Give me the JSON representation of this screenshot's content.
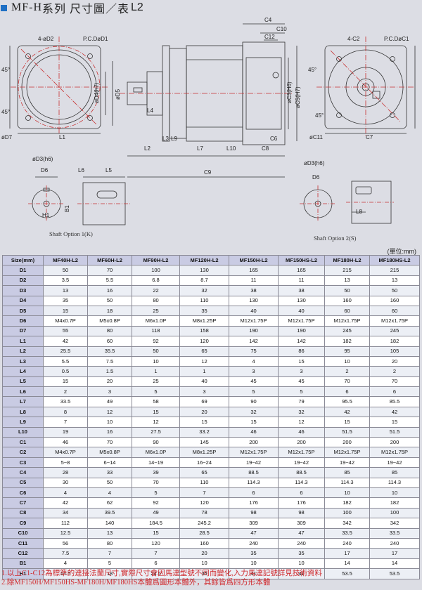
{
  "title": {
    "series": "MF-H",
    "rest": "系列 尺寸圖／表",
    "model": "L2"
  },
  "drawing_labels": {
    "front_left": {
      "d2": "4-øD2",
      "d1": "P.C.DøD1",
      "angle1": "45°",
      "angle2": "45°",
      "d7": "øD7",
      "l1": "L1"
    },
    "side": {
      "d4": "øD4(h7)",
      "d5": "øD5",
      "l4": "L4",
      "l3": "L3",
      "l9": "L9",
      "l2": "L2",
      "l7": "L7",
      "l10": "L10",
      "c8": "C8",
      "c9": "C9",
      "c6": "C6",
      "c4": "C4",
      "c10": "C10",
      "c12": "C12",
      "c3": "øC3(H6)",
      "c5": "øC5(H7)"
    },
    "front_right": {
      "c2": "4-C2",
      "c1": "P.C.DøC1",
      "angle1": "45°",
      "angle2": "45°",
      "c11": "øC11",
      "c7": "C7"
    },
    "shaft1": {
      "d3": "øD3(h6)",
      "d6": "D6",
      "l6": "L6",
      "l5": "L5",
      "h1": "H1",
      "b1": "B1",
      "caption": "Shaft Option 1(K)"
    },
    "shaft2": {
      "d3": "øD3(h6)",
      "d6": "D6",
      "l8": "L8",
      "caption": "Shaft Option 2(S)"
    }
  },
  "unit_label": "(單位:mm)",
  "table": {
    "headers": [
      "Size(mm)",
      "MF40H-L2",
      "MF60H-L2",
      "MF90H-L2",
      "MF120H-L2",
      "MF150H-L2",
      "MF150HS-L2",
      "MF180H-L2",
      "MF180HS-L2"
    ],
    "rows": [
      [
        "D1",
        "50",
        "70",
        "100",
        "130",
        "165",
        "165",
        "215",
        "215"
      ],
      [
        "D2",
        "3.5",
        "5.5",
        "6.8",
        "8.7",
        "11",
        "11",
        "13",
        "13"
      ],
      [
        "D3",
        "13",
        "16",
        "22",
        "32",
        "38",
        "38",
        "50",
        "50"
      ],
      [
        "D4",
        "35",
        "50",
        "80",
        "110",
        "130",
        "130",
        "160",
        "160"
      ],
      [
        "D5",
        "15",
        "18",
        "25",
        "35",
        "40",
        "40",
        "60",
        "60"
      ],
      [
        "D6",
        "M4x0.7P",
        "M5x0.8P",
        "M6x1.0P",
        "M8x1.25P",
        "M12x1.75P",
        "M12x1.75P",
        "M12x1.75P",
        "M12x1.75P"
      ],
      [
        "D7",
        "55",
        "80",
        "118",
        "158",
        "190",
        "190",
        "245",
        "245"
      ],
      [
        "L1",
        "42",
        "60",
        "92",
        "120",
        "142",
        "142",
        "182",
        "182"
      ],
      [
        "L2",
        "25.5",
        "35.5",
        "50",
        "65",
        "75",
        "86",
        "95",
        "105"
      ],
      [
        "L3",
        "5.5",
        "7.5",
        "10",
        "12",
        "4",
        "15",
        "10",
        "20"
      ],
      [
        "L4",
        "0.5",
        "1.5",
        "1",
        "1",
        "3",
        "3",
        "2",
        "2"
      ],
      [
        "L5",
        "15",
        "20",
        "25",
        "40",
        "45",
        "45",
        "70",
        "70"
      ],
      [
        "L6",
        "2",
        "3",
        "5",
        "3",
        "5",
        "5",
        "6",
        "6"
      ],
      [
        "L7",
        "33.5",
        "49",
        "58",
        "69",
        "90",
        "79",
        "95.5",
        "85.5"
      ],
      [
        "L8",
        "8",
        "12",
        "15",
        "20",
        "32",
        "32",
        "42",
        "42"
      ],
      [
        "L9",
        "7",
        "10",
        "12",
        "15",
        "15",
        "12",
        "15",
        "15"
      ],
      [
        "L10",
        "19",
        "16",
        "27.5",
        "33.2",
        "46",
        "46",
        "51.5",
        "51.5"
      ],
      [
        "C1",
        "46",
        "70",
        "90",
        "145",
        "200",
        "200",
        "200",
        "200"
      ],
      [
        "C2",
        "M4x0.7P",
        "M5x0.8P",
        "M6x1.0P",
        "M8x1.25P",
        "M12x1.75P",
        "M12x1.75P",
        "M12x1.75P",
        "M12x1.75P"
      ],
      [
        "C3",
        "5~8",
        "6~14",
        "14~19",
        "16~24",
        "19~42",
        "19~42",
        "19~42",
        "19~42"
      ],
      [
        "C4",
        "28",
        "33",
        "39",
        "65",
        "88.5",
        "88.5",
        "85",
        "85"
      ],
      [
        "C5",
        "30",
        "50",
        "70",
        "110",
        "114.3",
        "114.3",
        "114.3",
        "114.3"
      ],
      [
        "C6",
        "4",
        "4",
        "5",
        "7",
        "6",
        "6",
        "10",
        "10"
      ],
      [
        "C7",
        "42",
        "62",
        "92",
        "120",
        "176",
        "176",
        "182",
        "182"
      ],
      [
        "C8",
        "34",
        "39.5",
        "49",
        "78",
        "98",
        "98",
        "100",
        "100"
      ],
      [
        "C9",
        "112",
        "140",
        "184.5",
        "245.2",
        "309",
        "309",
        "342",
        "342"
      ],
      [
        "C10",
        "12.5",
        "13",
        "15",
        "28.5",
        "47",
        "47",
        "33.5",
        "33.5"
      ],
      [
        "C11",
        "56",
        "80",
        "120",
        "160",
        "240",
        "240",
        "240",
        "240"
      ],
      [
        "C12",
        "7.5",
        "7",
        "7",
        "20",
        "35",
        "35",
        "17",
        "17"
      ],
      [
        "B1",
        "4",
        "5",
        "6",
        "10",
        "10",
        "10",
        "14",
        "14"
      ],
      [
        "H1",
        "14.5",
        "18",
        "24.5",
        "35",
        "41",
        "41",
        "53.5",
        "53.5"
      ]
    ]
  },
  "notes": [
    "1.以上C1-C12為標準的連接法蘭尺寸,實際尺寸會因馬達型號不同而變化,入力馬達記號詳見技術資料",
    "2.除MF150H/MF150HS-MF180H/MF180HS本體爲圓形本體外，其餘皆爲四方形本體"
  ],
  "colors": {
    "accent": "#1f6fc4",
    "header_bg": "#c9cbe3",
    "note_red": "#d0282c",
    "centerline": "#c83232"
  }
}
